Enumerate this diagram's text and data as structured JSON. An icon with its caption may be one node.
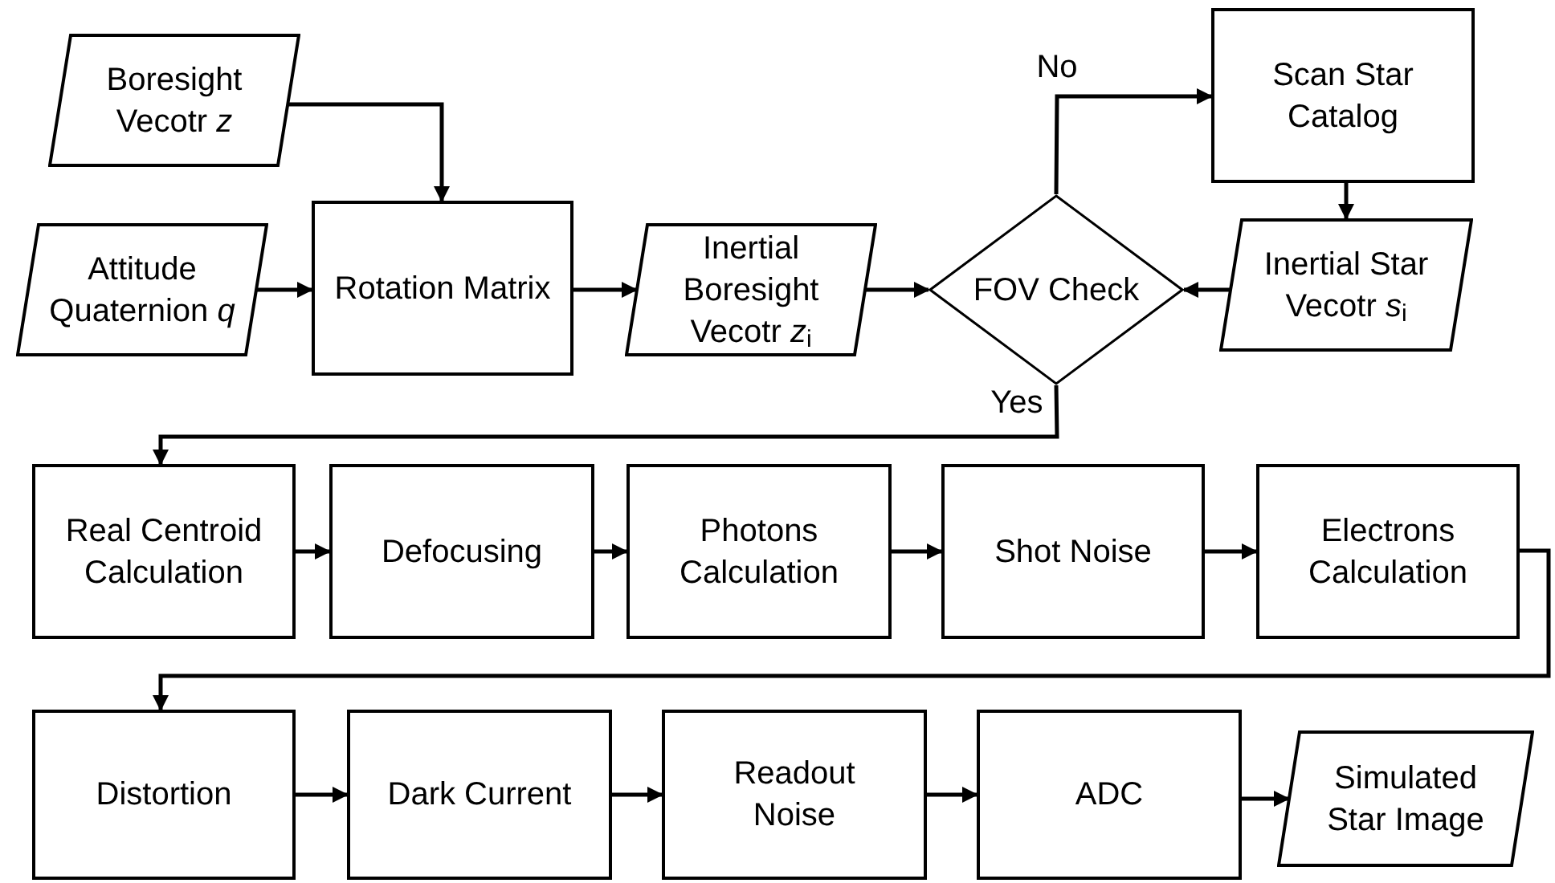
{
  "diagram": {
    "nodes": [
      {
        "text": [
          "Boresight Vecotr *z*"
        ]
      },
      {
        "text": [
          "Attitude Quaternion *q*"
        ]
      },
      {
        "text": [
          "Rotation Matrix"
        ]
      },
      {
        "text": [
          "Inertial Boresight Vecotr *z*$_{i}$"
        ]
      },
      {
        "text": [
          "FOV Check"
        ]
      },
      {
        "text": [
          "Scan Star Catalog"
        ]
      },
      {
        "text": [
          "Inertial Star Vecotr *s*$_{i}$"
        ]
      },
      {
        "text": [
          "Real Centroid Calculation"
        ]
      },
      {
        "text": [
          "Defocusing"
        ]
      },
      {
        "text": [
          "Photons Calculation"
        ]
      },
      {
        "text": [
          "Shot Noise"
        ]
      },
      {
        "text": [
          "Electrons Calculation"
        ]
      },
      {
        "text": [
          "Distortion"
        ]
      },
      {
        "text": [
          "Dark Current"
        ]
      },
      {
        "text": [
          "Readout Noise"
        ]
      },
      {
        "text": [
          "ADC"
        ]
      },
      {
        "text": [
          "Simulated Star Image"
        ]
      }
    ],
    "edges": [
      {
        "from": 0,
        "to": 2,
        "arrow": "to"
      },
      {
        "from": 1,
        "to": 2,
        "arrow": "to"
      },
      {
        "from": 2,
        "to": 3,
        "arrow": "to"
      },
      {
        "from": 3,
        "to": 4,
        "arrow": "to"
      },
      {
        "from": 4,
        "to": 5,
        "arrow": "to",
        "label": "No"
      },
      {
        "from": 5,
        "to": 6,
        "arrow": "to"
      },
      {
        "from": 6,
        "to": 4,
        "arrow": "to"
      },
      {
        "from": 4,
        "to": 7,
        "arrow": "to",
        "label": "Yes"
      },
      {
        "from": 7,
        "to": 8,
        "arrow": "to"
      },
      {
        "from": 8,
        "to": 9,
        "arrow": "to"
      },
      {
        "from": 9,
        "to": 10,
        "arrow": "to"
      },
      {
        "from": 10,
        "to": 11,
        "arrow": "to"
      },
      {
        "from": 11,
        "to": 12,
        "arrow": "to"
      },
      {
        "from": 12,
        "to": 13,
        "arrow": "to"
      },
      {
        "from": 13,
        "to": 14,
        "arrow": "to"
      },
      {
        "from": 14,
        "to": 15,
        "arrow": "to"
      },
      {
        "from": 15,
        "to": 16,
        "arrow": "to"
      }
    ]
  }
}
